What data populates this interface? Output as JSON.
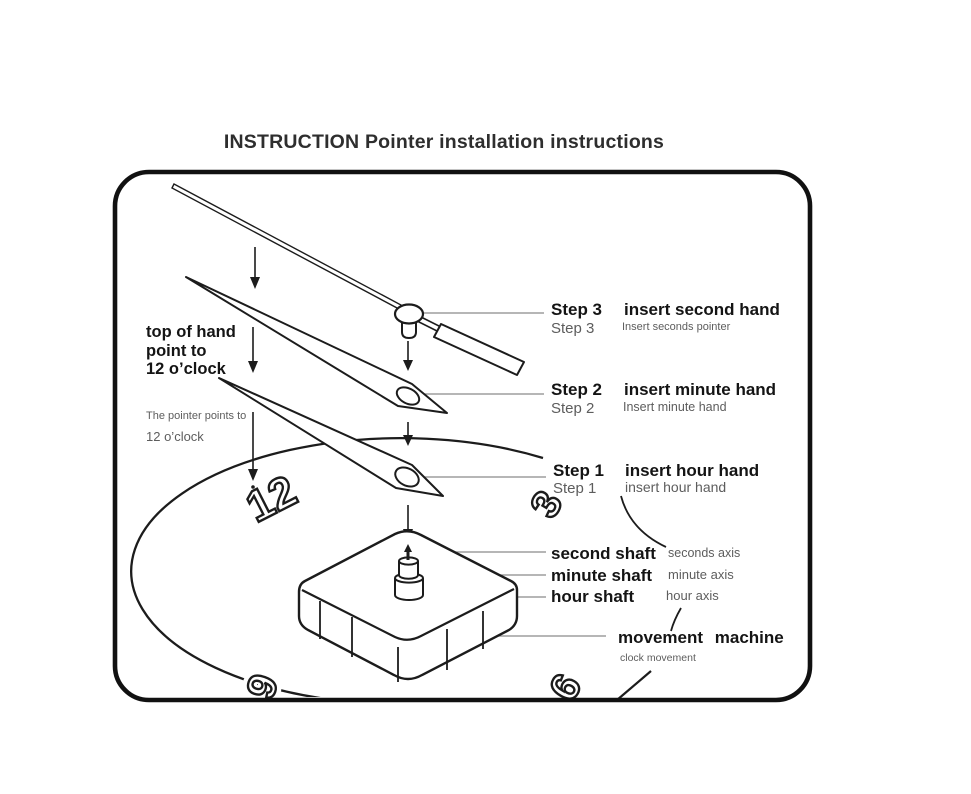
{
  "title": "INSTRUCTION Pointer installation instructions",
  "left_note": {
    "lines": [
      "top of hand",
      "point to",
      "12 o’clock"
    ],
    "sub_lines": [
      "The pointer points to",
      "12 o’clock"
    ]
  },
  "steps": [
    {
      "step": "Step 3",
      "label": "insert second hand",
      "step_alt": "Step 3",
      "label_alt": "Insert seconds pointer"
    },
    {
      "step": "Step 2",
      "label": "insert minute hand",
      "step_alt": "Step 2",
      "label_alt": "Insert minute hand"
    },
    {
      "step": "Step 1",
      "label": "insert hour hand",
      "step_alt": "Step 1",
      "label_alt": "insert hour hand"
    }
  ],
  "shaft_labels": [
    {
      "label": "second shaft",
      "alt": "seconds axis"
    },
    {
      "label": "minute shaft",
      "alt": "minute axis"
    },
    {
      "label": "hour shaft",
      "alt": "hour axis"
    }
  ],
  "movement": {
    "label": "movement machine",
    "alt": "clock movement"
  },
  "clock_numerals": [
    "12",
    "3",
    "9",
    "6"
  ],
  "colors": {
    "ink": "#1c1c1c",
    "muted_text": "#5d5d5d",
    "leader_line": "#8a8a8a",
    "background": "#ffffff"
  }
}
